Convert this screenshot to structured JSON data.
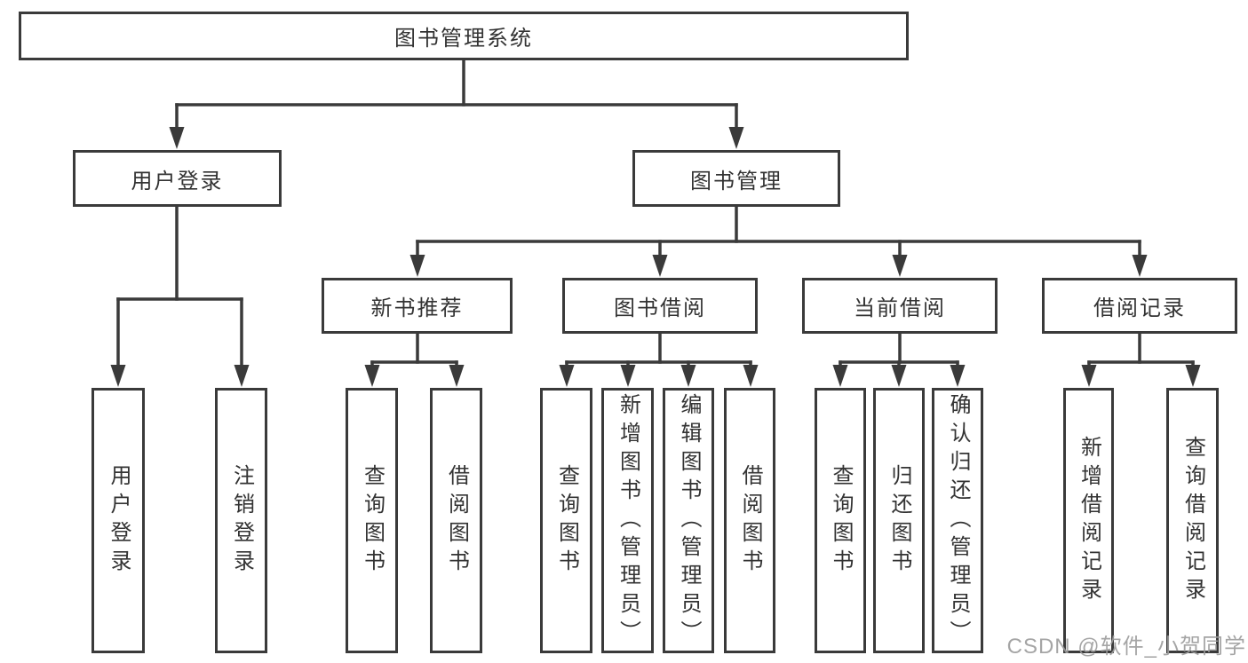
{
  "diagram": {
    "kind": "function-structure-tree",
    "background": "#ffffff"
  },
  "colors": {
    "line": "#3a3a3a",
    "box_border": "#3a3a3a",
    "text": "#333333",
    "watermark": "#9c9c9c"
  },
  "nodes": {
    "root": {
      "label": "图书管理系统"
    },
    "user_login": {
      "label": "用户登录"
    },
    "book_mgmt": {
      "label": "图书管理"
    },
    "new_book_rec": {
      "label": "新书推荐"
    },
    "book_borrow": {
      "label": "图书借阅"
    },
    "current_borrow": {
      "label": "当前借阅"
    },
    "borrow_records": {
      "label": "借阅记录"
    },
    "leaf_user_login": {
      "label": "用户登录"
    },
    "leaf_logout": {
      "label": "注销登录"
    },
    "leaf_query_book_rec": {
      "label": "查询图书"
    },
    "leaf_borrow_book_rec": {
      "label": "借阅图书"
    },
    "leaf_query_book_borrow": {
      "label": "查询图书"
    },
    "leaf_add_book": {
      "label": "新增图书（管理员）"
    },
    "leaf_edit_book": {
      "label": "编辑图书（管理员）"
    },
    "leaf_borrow_book": {
      "label": "借阅图书"
    },
    "leaf_query_book_current": {
      "label": "查询图书"
    },
    "leaf_return_book": {
      "label": "归还图书"
    },
    "leaf_confirm_return": {
      "label": "确认归还（管理员）"
    },
    "leaf_add_borrow_record": {
      "label": "新增借阅记录"
    },
    "leaf_query_borrow_record": {
      "label": "查询借阅记录"
    }
  },
  "hierarchy": {
    "root": [
      "user_login",
      "book_mgmt"
    ],
    "user_login": [
      "leaf_user_login",
      "leaf_logout"
    ],
    "book_mgmt": [
      "new_book_rec",
      "book_borrow",
      "current_borrow",
      "borrow_records"
    ],
    "new_book_rec": [
      "leaf_query_book_rec",
      "leaf_borrow_book_rec"
    ],
    "book_borrow": [
      "leaf_query_book_borrow",
      "leaf_add_book",
      "leaf_edit_book",
      "leaf_borrow_book"
    ],
    "current_borrow": [
      "leaf_query_book_current",
      "leaf_return_book",
      "leaf_confirm_return"
    ],
    "borrow_records": [
      "leaf_add_borrow_record",
      "leaf_query_borrow_record"
    ]
  },
  "watermark": {
    "text": "CSDN @软件_小贺同学"
  }
}
